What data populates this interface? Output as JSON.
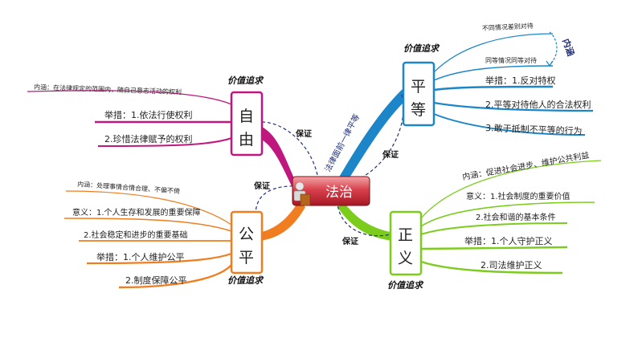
{
  "center": {
    "label": "法治"
  },
  "diagonal_note": "法律面前一律平等",
  "connector_label": "保证",
  "nodes": {
    "freedom": {
      "char1": "自",
      "char2": "由",
      "value_pursuit": "价值追求",
      "items": [
        "内涵：在法律规定的范围内，随自己意志活动的权利",
        "举措：1.依法行使权利",
        "2.珍惜法律赋予的权利"
      ]
    },
    "equality": {
      "char1": "平",
      "char2": "等",
      "value_pursuit": "价值追求",
      "meaning_label": "内涵",
      "sub_items": [
        "不同情况差别对待",
        "同等情况同等对待"
      ],
      "items": [
        "举措：1.反对特权",
        "2.平等对待他人的合法权利",
        "3.敢于抵制不平等的行为"
      ]
    },
    "fairness": {
      "char1": "公",
      "char2": "平",
      "value_pursuit": "价值追求",
      "items": [
        "内涵：处理事情合情合理、不偏不倚",
        "意义：1.个人生存和发展的重要保障",
        "2.社会稳定和进步的重要基础",
        "举措：1.个人维护公平",
        "2.制度保障公平"
      ]
    },
    "justice": {
      "char1": "正",
      "char2": "义",
      "value_pursuit": "价值追求",
      "items": [
        "内涵：促进社会进步、维护公共利益",
        "意义：1.社会制度的重要价值",
        "2.社会和谐的基本条件",
        "举措：1.个人守护正义",
        "2.司法维护正义"
      ]
    }
  },
  "colors": {
    "freedom": "#c0177f",
    "equality": "#1c86c9",
    "fairness": "#f07d1f",
    "justice": "#7ccc1e",
    "center_fill": "#c8283a",
    "dash": "#1f2e7a"
  }
}
